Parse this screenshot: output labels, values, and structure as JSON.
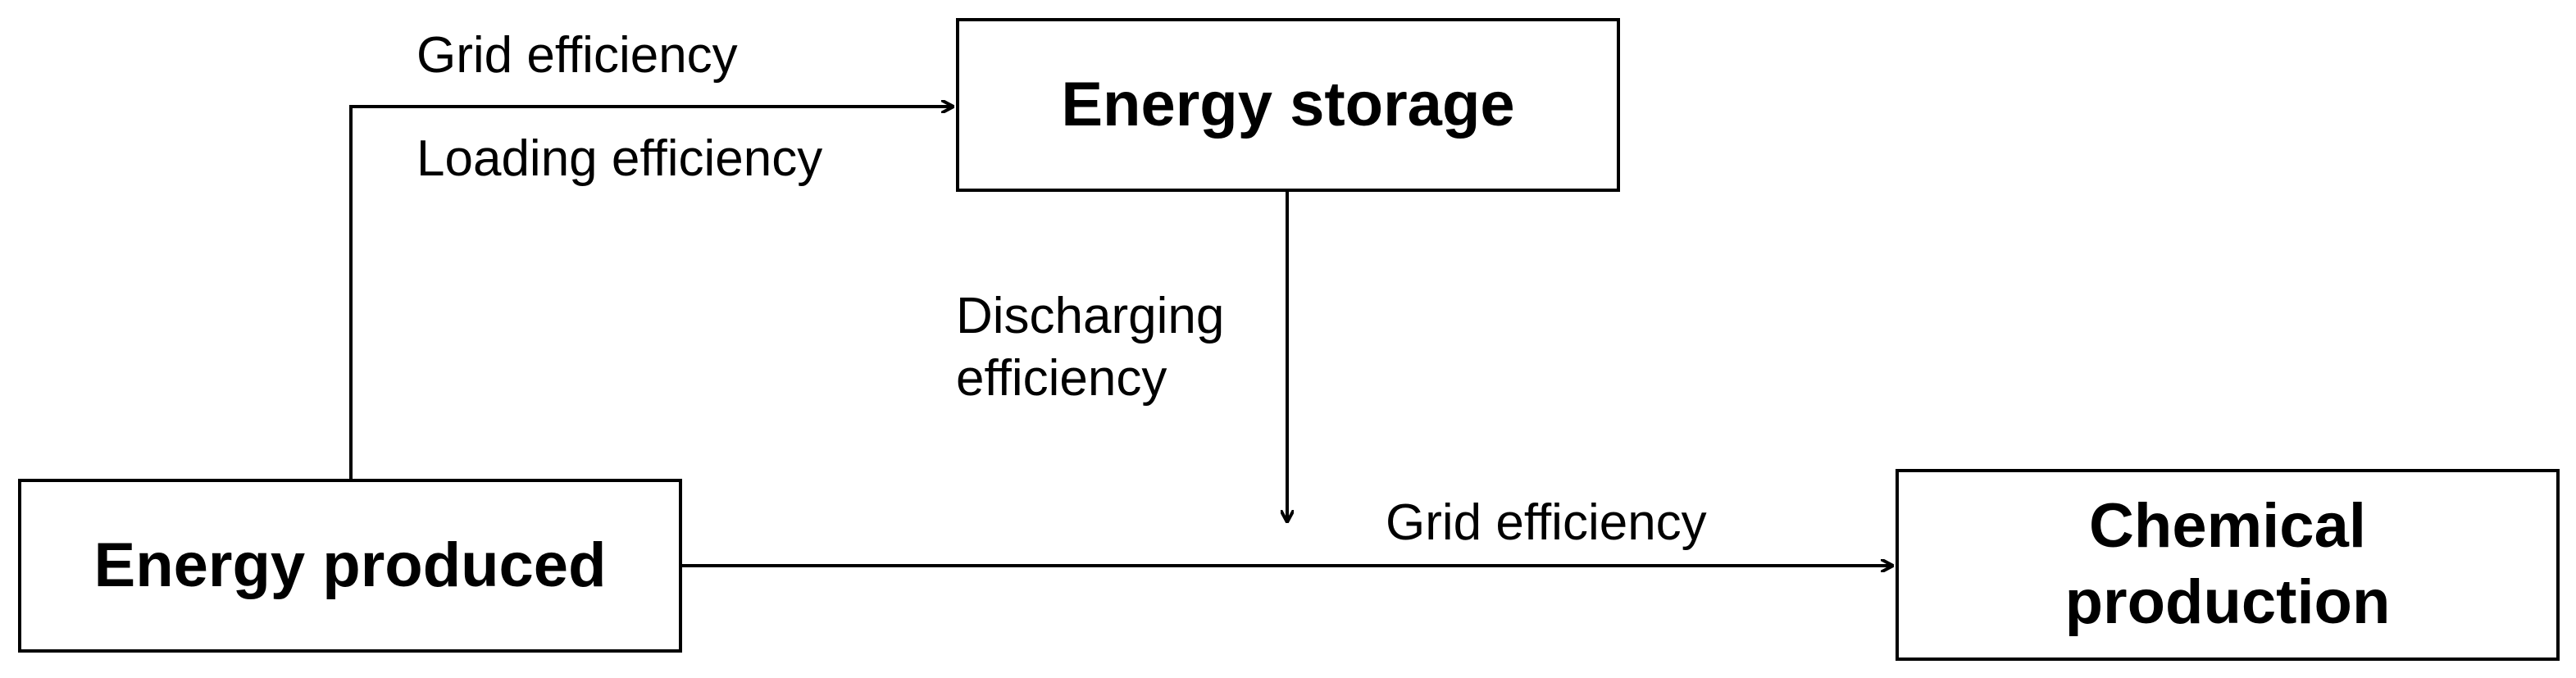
{
  "nodes": {
    "energy_storage": "Energy storage",
    "energy_produced": "Energy produced",
    "chemical_production": "Chemical\nproduction"
  },
  "edge_labels": {
    "produced_to_storage_grid": "Grid efficiency",
    "produced_to_storage_loading": "Loading efficiency",
    "storage_discharging": "Discharging\nefficiency",
    "produced_to_chemical_grid": "Grid efficiency"
  },
  "colors": {
    "stroke": "#000000",
    "background": "#ffffff"
  }
}
